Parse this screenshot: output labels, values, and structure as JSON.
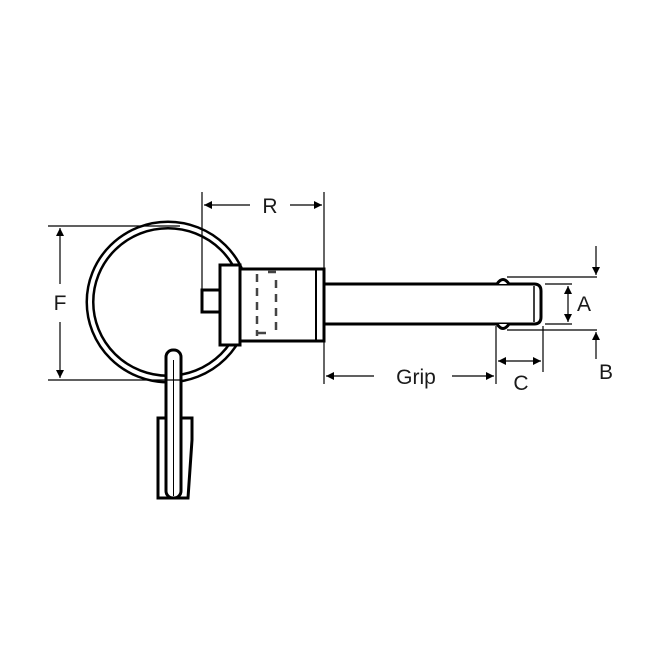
{
  "diagram": {
    "subject": "Ball lock pin with ring handle and tab",
    "dimension_labels": {
      "R": "R",
      "F": "F",
      "A": "A",
      "B": "B",
      "C": "C",
      "grip": "Grip"
    },
    "colors": {
      "line": "#000000",
      "background": "#ffffff",
      "text": "#1a1a1a"
    }
  }
}
